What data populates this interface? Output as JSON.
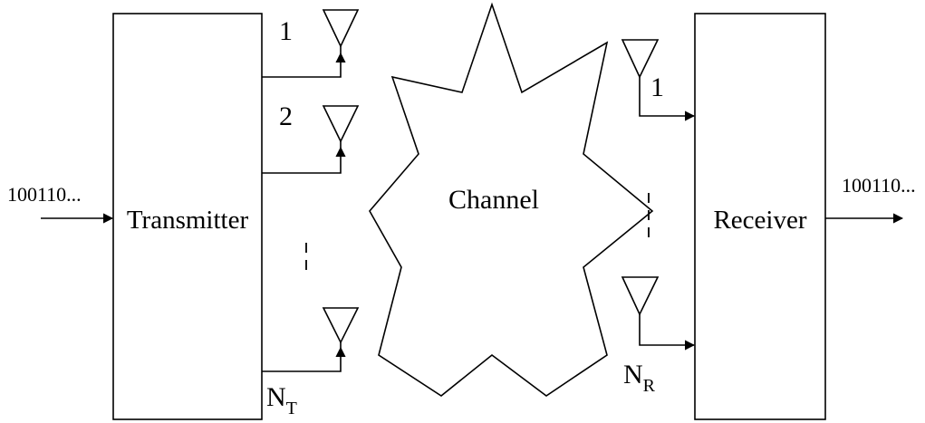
{
  "transmitter": {
    "label": "Transmitter"
  },
  "receiver": {
    "label": "Receiver"
  },
  "channel": {
    "label": "Channel"
  },
  "input_bits": "100110...",
  "output_bits": "100110...",
  "tx_antennas": [
    {
      "label": "1"
    },
    {
      "label": "2"
    },
    {
      "label": "N",
      "sub": "T"
    }
  ],
  "rx_antennas": [
    {
      "label": "1"
    },
    {
      "label": "N",
      "sub": "R"
    }
  ]
}
